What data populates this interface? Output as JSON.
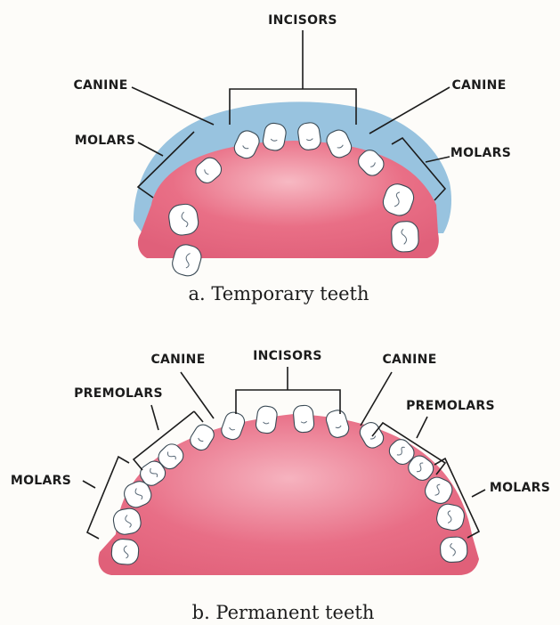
{
  "colors": {
    "gum_pink": "#e4687f",
    "gum_pink_light": "#f2a7b4",
    "gingiva_blue": "#7fb2d6",
    "tooth_white": "#ffffff",
    "line": "#1c1c1c"
  },
  "temporary": {
    "caption": "a. Temporary teeth",
    "labels": {
      "incisors": "INCISORS",
      "canine_left": "CANINE",
      "canine_right": "CANINE",
      "molars_left": "MOLARS",
      "molars_right": "MOLARS"
    }
  },
  "permanent": {
    "caption": "b. Permanent teeth",
    "labels": {
      "incisors": "INCISORS",
      "canine_left": "CANINE",
      "canine_right": "CANINE",
      "premolars_left": "PREMOLARS",
      "premolars_right": "PREMOLARS",
      "molars_left": "MOLARS",
      "molars_right": "MOLARS"
    }
  }
}
